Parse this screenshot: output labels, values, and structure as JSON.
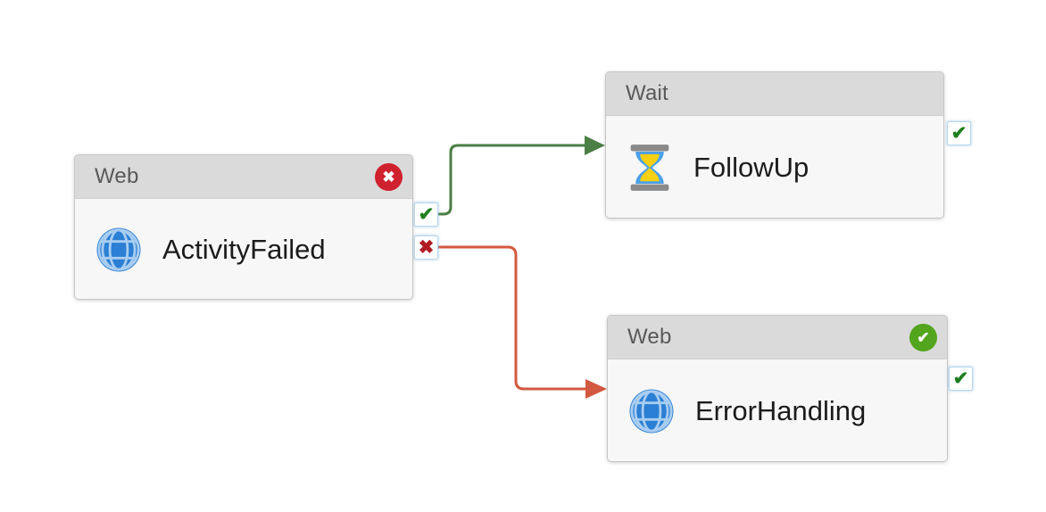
{
  "canvas": {
    "background": "#ffffff"
  },
  "glyphs": {
    "check": "✔",
    "cross": "✖"
  },
  "colors": {
    "success_edge": "#4b7f45",
    "failure_edge": "#d2593f",
    "port_check_green": "#1e7e1e",
    "port_cross_red": "#b01c24",
    "badge_failed_red": "#d0212e",
    "badge_succeeded_green": "#52a51d",
    "node_header_gray": "#dadada",
    "node_body_gray": "#f7f7f7",
    "globe_blue": "#2b7fd4",
    "hourglass_sand_yellow": "#f7cf13"
  },
  "nodes": [
    {
      "type_label": "Web",
      "name": "ActivityFailed",
      "icon": "globe-icon",
      "status": "failed"
    },
    {
      "type_label": "Wait",
      "name": "FollowUp",
      "icon": "hourglass-icon",
      "status": "none"
    },
    {
      "type_label": "Web",
      "name": "ErrorHandling",
      "icon": "globe-icon",
      "status": "succeeded"
    }
  ],
  "edges": [
    {
      "from": "ActivityFailed",
      "from_port": "success",
      "to": "FollowUp",
      "kind": "success"
    },
    {
      "from": "ActivityFailed",
      "from_port": "failure",
      "to": "ErrorHandling",
      "kind": "failure"
    }
  ]
}
